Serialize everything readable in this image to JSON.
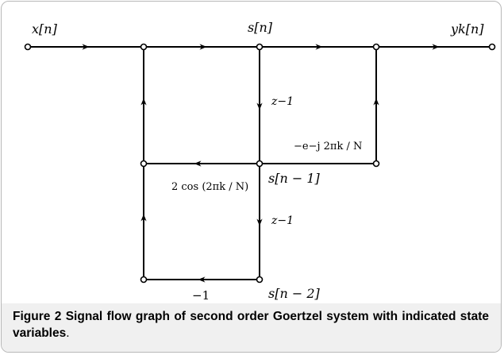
{
  "diagram": {
    "labels": {
      "input": "x[n]",
      "state_s": "s[n]",
      "output": "yk[n]",
      "state_s1": "s[n − 1]",
      "state_s2": "s[n − 2]",
      "delay_1": "z−1",
      "delay_2": "z−1",
      "coeff_feedback": "2 cos (2πk / N)",
      "coeff_output": "−e−j 2πk / N",
      "coeff_minus_one": "−1"
    }
  },
  "caption": {
    "label": "Figure 2",
    "title": "Signal flow graph of second order Goertzel system with indicated state variables",
    "tail": "."
  }
}
